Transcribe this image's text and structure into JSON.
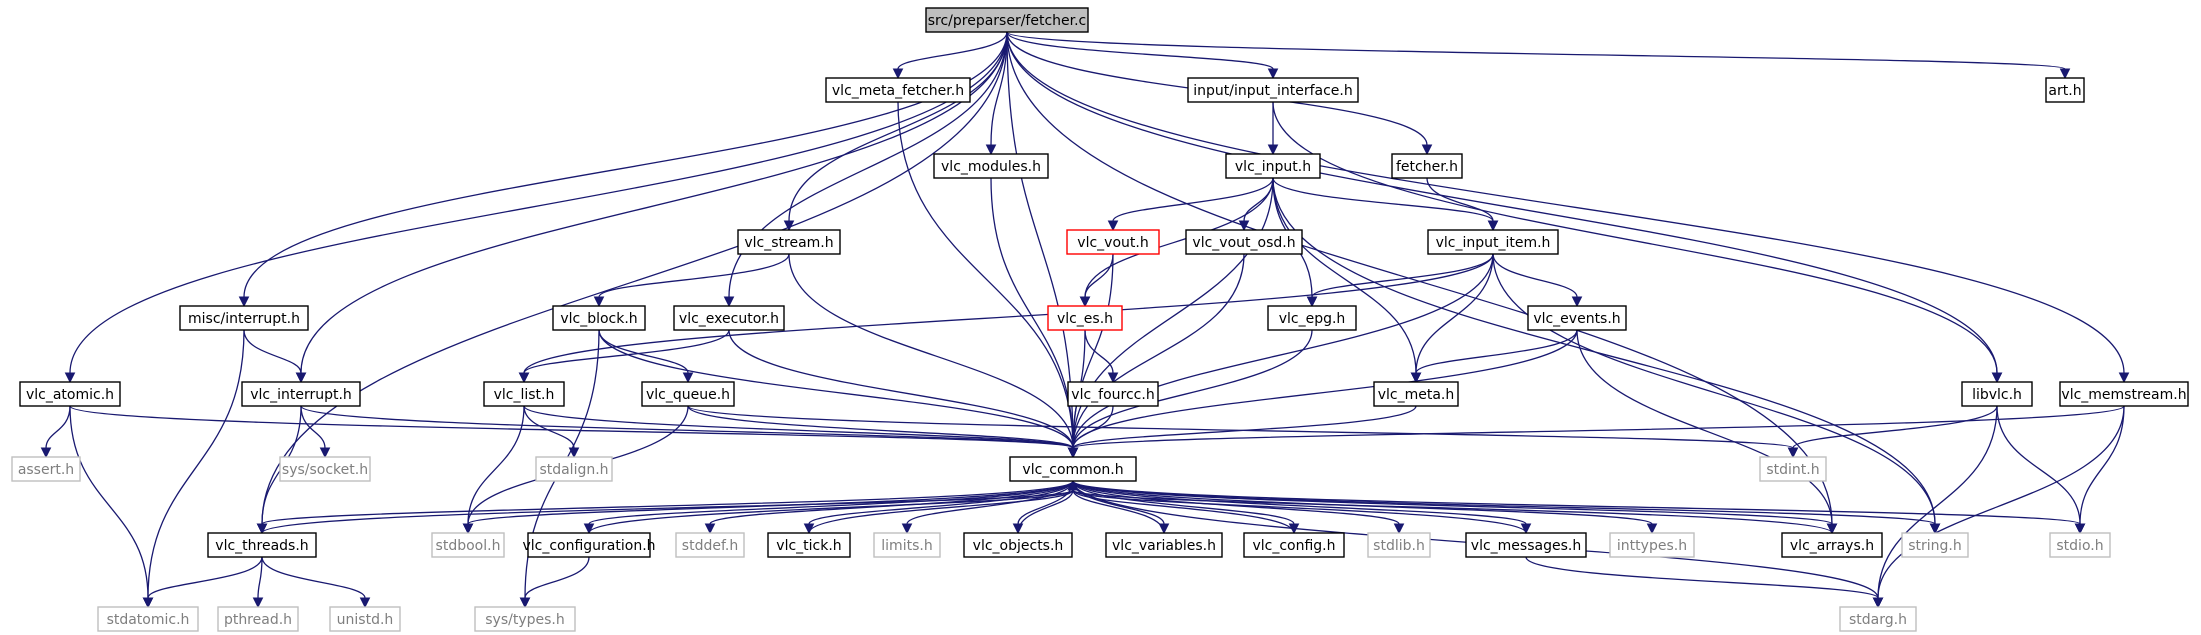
{
  "graph_title": "src/preparser/fetcher.c",
  "colors": {
    "edge": "#191970",
    "root_fill": "#bfbfbf",
    "normal_border": "#000000",
    "missing_border": "#bfbfbf",
    "missing_text": "#7f7f7f",
    "truncated_border": "#ff0000"
  },
  "nodes": [
    {
      "id": "fetcher_c",
      "label": "src/preparser/fetcher.c",
      "kind": "root"
    },
    {
      "id": "vlc_meta_fetcher_h",
      "label": "vlc_meta_fetcher.h",
      "kind": "normal"
    },
    {
      "id": "input_interface_h",
      "label": "input/input_interface.h",
      "kind": "normal"
    },
    {
      "id": "art_h",
      "label": "art.h",
      "kind": "normal"
    },
    {
      "id": "vlc_modules_h",
      "label": "vlc_modules.h",
      "kind": "normal"
    },
    {
      "id": "vlc_input_h",
      "label": "vlc_input.h",
      "kind": "normal"
    },
    {
      "id": "fetcher_h",
      "label": "fetcher.h",
      "kind": "normal"
    },
    {
      "id": "vlc_stream_h",
      "label": "vlc_stream.h",
      "kind": "normal"
    },
    {
      "id": "vlc_vout_h",
      "label": "vlc_vout.h",
      "kind": "truncated"
    },
    {
      "id": "vlc_vout_osd_h",
      "label": "vlc_vout_osd.h",
      "kind": "normal"
    },
    {
      "id": "vlc_input_item_h",
      "label": "vlc_input_item.h",
      "kind": "normal"
    },
    {
      "id": "misc_interrupt_h",
      "label": "misc/interrupt.h",
      "kind": "normal"
    },
    {
      "id": "vlc_block_h",
      "label": "vlc_block.h",
      "kind": "normal"
    },
    {
      "id": "vlc_executor_h",
      "label": "vlc_executor.h",
      "kind": "normal"
    },
    {
      "id": "vlc_es_h",
      "label": "vlc_es.h",
      "kind": "truncated"
    },
    {
      "id": "vlc_epg_h",
      "label": "vlc_epg.h",
      "kind": "normal"
    },
    {
      "id": "vlc_events_h",
      "label": "vlc_events.h",
      "kind": "normal"
    },
    {
      "id": "vlc_atomic_h",
      "label": "vlc_atomic.h",
      "kind": "normal"
    },
    {
      "id": "vlc_interrupt_h",
      "label": "vlc_interrupt.h",
      "kind": "normal"
    },
    {
      "id": "vlc_list_h",
      "label": "vlc_list.h",
      "kind": "normal"
    },
    {
      "id": "vlc_queue_h",
      "label": "vlc_queue.h",
      "kind": "normal"
    },
    {
      "id": "vlc_fourcc_h",
      "label": "vlc_fourcc.h",
      "kind": "normal"
    },
    {
      "id": "vlc_meta_h",
      "label": "vlc_meta.h",
      "kind": "normal"
    },
    {
      "id": "libvlc_h",
      "label": "libvlc.h",
      "kind": "normal"
    },
    {
      "id": "vlc_memstream_h",
      "label": "vlc_memstream.h",
      "kind": "normal"
    },
    {
      "id": "assert_h",
      "label": "assert.h",
      "kind": "missing"
    },
    {
      "id": "sys_socket_h",
      "label": "sys/socket.h",
      "kind": "missing"
    },
    {
      "id": "stdalign_h",
      "label": "stdalign.h",
      "kind": "missing"
    },
    {
      "id": "vlc_common_h",
      "label": "vlc_common.h",
      "kind": "normal"
    },
    {
      "id": "stdint_h",
      "label": "stdint.h",
      "kind": "missing"
    },
    {
      "id": "vlc_threads_h",
      "label": "vlc_threads.h",
      "kind": "normal"
    },
    {
      "id": "stdbool_h",
      "label": "stdbool.h",
      "kind": "missing"
    },
    {
      "id": "vlc_configuration_h",
      "label": "vlc_configuration.h",
      "kind": "normal"
    },
    {
      "id": "stddef_h",
      "label": "stddef.h",
      "kind": "missing"
    },
    {
      "id": "vlc_tick_h",
      "label": "vlc_tick.h",
      "kind": "normal"
    },
    {
      "id": "limits_h",
      "label": "limits.h",
      "kind": "missing"
    },
    {
      "id": "vlc_objects_h",
      "label": "vlc_objects.h",
      "kind": "normal"
    },
    {
      "id": "vlc_variables_h",
      "label": "vlc_variables.h",
      "kind": "normal"
    },
    {
      "id": "vlc_config_h",
      "label": "vlc_config.h",
      "kind": "normal"
    },
    {
      "id": "stdlib_h",
      "label": "stdlib.h",
      "kind": "missing"
    },
    {
      "id": "vlc_messages_h",
      "label": "vlc_messages.h",
      "kind": "normal"
    },
    {
      "id": "inttypes_h",
      "label": "inttypes.h",
      "kind": "missing"
    },
    {
      "id": "vlc_arrays_h",
      "label": "vlc_arrays.h",
      "kind": "normal"
    },
    {
      "id": "string_h",
      "label": "string.h",
      "kind": "missing"
    },
    {
      "id": "stdio_h",
      "label": "stdio.h",
      "kind": "missing"
    },
    {
      "id": "stdatomic_h",
      "label": "stdatomic.h",
      "kind": "missing"
    },
    {
      "id": "pthread_h",
      "label": "pthread.h",
      "kind": "missing"
    },
    {
      "id": "unistd_h",
      "label": "unistd.h",
      "kind": "missing"
    },
    {
      "id": "sys_types_h",
      "label": "sys/types.h",
      "kind": "missing"
    },
    {
      "id": "stdarg_h",
      "label": "stdarg.h",
      "kind": "missing"
    }
  ],
  "edges": [
    [
      "fetcher_c",
      "vlc_meta_fetcher_h"
    ],
    [
      "fetcher_c",
      "input_interface_h"
    ],
    [
      "fetcher_c",
      "art_h"
    ],
    [
      "fetcher_c",
      "vlc_modules_h"
    ],
    [
      "fetcher_c",
      "fetcher_h"
    ],
    [
      "fetcher_c",
      "vlc_stream_h"
    ],
    [
      "fetcher_c",
      "vlc_executor_h"
    ],
    [
      "fetcher_c",
      "misc_interrupt_h"
    ],
    [
      "fetcher_c",
      "vlc_interrupt_h"
    ],
    [
      "fetcher_c",
      "vlc_atomic_h"
    ],
    [
      "fetcher_c",
      "vlc_threads_h"
    ],
    [
      "fetcher_c",
      "vlc_common_h"
    ],
    [
      "fetcher_c",
      "vlc_arrays_h"
    ],
    [
      "fetcher_c",
      "libvlc_h"
    ],
    [
      "fetcher_c",
      "vlc_memstream_h"
    ],
    [
      "vlc_meta_fetcher_h",
      "vlc_common_h"
    ],
    [
      "input_interface_h",
      "vlc_input_h"
    ],
    [
      "input_interface_h",
      "libvlc_h"
    ],
    [
      "vlc_modules_h",
      "vlc_common_h"
    ],
    [
      "fetcher_h",
      "vlc_input_item_h"
    ],
    [
      "vlc_input_h",
      "vlc_common_h"
    ],
    [
      "vlc_input_h",
      "vlc_es_h"
    ],
    [
      "vlc_input_h",
      "vlc_vout_h"
    ],
    [
      "vlc_input_h",
      "vlc_vout_osd_h"
    ],
    [
      "vlc_input_h",
      "vlc_epg_h"
    ],
    [
      "vlc_input_h",
      "vlc_meta_h"
    ],
    [
      "vlc_input_h",
      "vlc_input_item_h"
    ],
    [
      "vlc_input_h",
      "string_h"
    ],
    [
      "vlc_stream_h",
      "vlc_block_h"
    ],
    [
      "vlc_stream_h",
      "vlc_common_h"
    ],
    [
      "vlc_vout_h",
      "vlc_es_h"
    ],
    [
      "vlc_vout_h",
      "vlc_common_h"
    ],
    [
      "vlc_vout_osd_h",
      "vlc_common_h"
    ],
    [
      "vlc_input_item_h",
      "vlc_epg_h"
    ],
    [
      "vlc_input_item_h",
      "vlc_events_h"
    ],
    [
      "vlc_input_item_h",
      "vlc_meta_h"
    ],
    [
      "vlc_input_item_h",
      "vlc_list_h"
    ],
    [
      "vlc_input_item_h",
      "vlc_common_h"
    ],
    [
      "vlc_input_item_h",
      "string_h"
    ],
    [
      "misc_interrupt_h",
      "vlc_interrupt_h"
    ],
    [
      "misc_interrupt_h",
      "stdatomic_h"
    ],
    [
      "vlc_block_h",
      "vlc_queue_h"
    ],
    [
      "vlc_block_h",
      "vlc_common_h"
    ],
    [
      "vlc_block_h",
      "sys_types_h"
    ],
    [
      "vlc_executor_h",
      "vlc_list_h"
    ],
    [
      "vlc_executor_h",
      "vlc_common_h"
    ],
    [
      "vlc_es_h",
      "vlc_fourcc_h"
    ],
    [
      "vlc_es_h",
      "vlc_common_h"
    ],
    [
      "vlc_epg_h",
      "vlc_common_h"
    ],
    [
      "vlc_events_h",
      "vlc_meta_h"
    ],
    [
      "vlc_events_h",
      "vlc_common_h"
    ],
    [
      "vlc_events_h",
      "vlc_arrays_h"
    ],
    [
      "vlc_atomic_h",
      "assert_h"
    ],
    [
      "vlc_atomic_h",
      "stdatomic_h"
    ],
    [
      "vlc_atomic_h",
      "vlc_common_h"
    ],
    [
      "vlc_interrupt_h",
      "sys_socket_h"
    ],
    [
      "vlc_interrupt_h",
      "vlc_threads_h"
    ],
    [
      "vlc_interrupt_h",
      "vlc_common_h"
    ],
    [
      "vlc_list_h",
      "stdalign_h"
    ],
    [
      "vlc_list_h",
      "stdbool_h"
    ],
    [
      "vlc_list_h",
      "vlc_common_h"
    ],
    [
      "vlc_queue_h",
      "stdbool_h"
    ],
    [
      "vlc_queue_h",
      "stdint_h"
    ],
    [
      "vlc_queue_h",
      "vlc_common_h"
    ],
    [
      "vlc_fourcc_h",
      "vlc_common_h"
    ],
    [
      "vlc_meta_h",
      "vlc_common_h"
    ],
    [
      "libvlc_h",
      "stdint_h"
    ],
    [
      "libvlc_h",
      "stdio_h"
    ],
    [
      "libvlc_h",
      "stdarg_h"
    ],
    [
      "vlc_memstream_h",
      "stdio_h"
    ],
    [
      "vlc_memstream_h",
      "stdarg_h"
    ],
    [
      "vlc_memstream_h",
      "vlc_common_h"
    ],
    [
      "vlc_common_h",
      "vlc_threads_h"
    ],
    [
      "vlc_common_h",
      "stdbool_h"
    ],
    [
      "vlc_common_h",
      "vlc_configuration_h"
    ],
    [
      "vlc_common_h",
      "stddef_h"
    ],
    [
      "vlc_common_h",
      "vlc_tick_h"
    ],
    [
      "vlc_common_h",
      "limits_h"
    ],
    [
      "vlc_common_h",
      "vlc_objects_h"
    ],
    [
      "vlc_common_h",
      "vlc_variables_h"
    ],
    [
      "vlc_common_h",
      "vlc_config_h"
    ],
    [
      "vlc_common_h",
      "stdlib_h"
    ],
    [
      "vlc_common_h",
      "vlc_messages_h"
    ],
    [
      "vlc_common_h",
      "inttypes_h"
    ],
    [
      "vlc_common_h",
      "vlc_arrays_h"
    ],
    [
      "vlc_common_h",
      "string_h"
    ],
    [
      "vlc_common_h",
      "stdio_h"
    ],
    [
      "vlc_common_h",
      "stdarg_h"
    ],
    [
      "vlc_threads_h",
      "vlc_common_h"
    ],
    [
      "vlc_threads_h",
      "stdatomic_h"
    ],
    [
      "vlc_threads_h",
      "pthread_h"
    ],
    [
      "vlc_threads_h",
      "unistd_h"
    ],
    [
      "vlc_configuration_h",
      "vlc_common_h"
    ],
    [
      "vlc_configuration_h",
      "sys_types_h"
    ],
    [
      "vlc_tick_h",
      "vlc_common_h"
    ],
    [
      "vlc_objects_h",
      "vlc_common_h"
    ],
    [
      "vlc_variables_h",
      "vlc_common_h"
    ],
    [
      "vlc_config_h",
      "vlc_common_h"
    ],
    [
      "vlc_messages_h",
      "vlc_common_h"
    ],
    [
      "vlc_messages_h",
      "stdarg_h"
    ],
    [
      "vlc_arrays_h",
      "vlc_common_h"
    ]
  ]
}
